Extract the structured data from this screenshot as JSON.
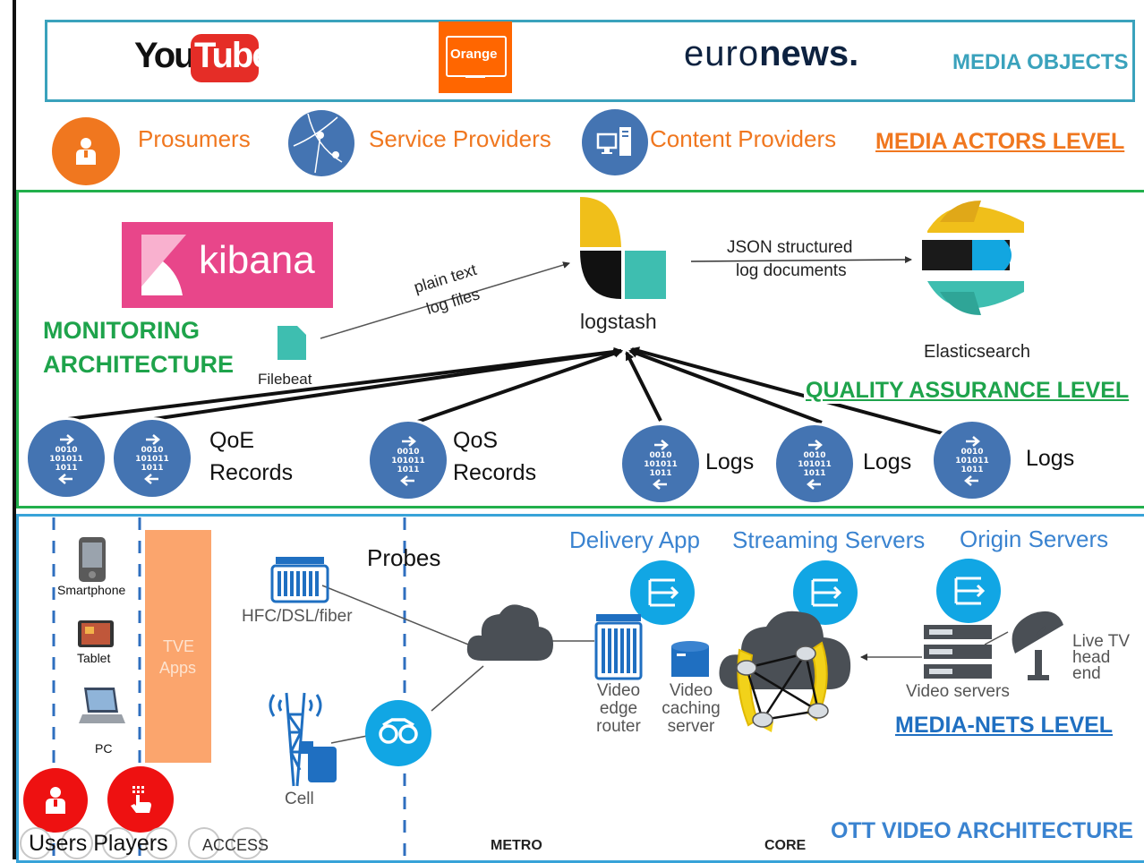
{
  "colors": {
    "media_frame": "#3aa2bc",
    "monitoring_frame": "#22b04c",
    "nets_frame": "#38a3d8",
    "orange": "#f0771f",
    "actor_blue": "#4474b2",
    "probe_blue": "#11a6e4",
    "red": "#ee1111",
    "green_title": "#1ea34b",
    "blue_title": "#1f6fc1"
  },
  "media_objects": {
    "youtube_you": "You",
    "youtube_tube": "Tube",
    "orange_logo": "Orange",
    "euronews_light": "euro",
    "euronews_bold": "news.",
    "title": "MEDIA OBJECTS"
  },
  "media_actors": {
    "prosumers": "Prosumers",
    "service_providers": "Service Providers",
    "content_providers": "Content Providers",
    "title": "MEDIA ACTORS LEVEL"
  },
  "monitoring": {
    "kibana": "kibana",
    "title_line1": "MONITORING",
    "title_line2": "ARCHITECTURE",
    "filebeat": "Filebeat",
    "plain_text_line1": "plain text",
    "plain_text_line2": "log files",
    "logstash": "logstash",
    "json_line1": "JSON structured",
    "json_line2": "log documents",
    "elasticsearch": "Elasticsearch",
    "qa_title": "QUALITY ASSURANCE LEVEL",
    "binary_text": "0010 101011 1011",
    "records": [
      {
        "line1": "QoE",
        "line2": "Records"
      },
      {
        "line1": "QoS",
        "line2": "Records"
      },
      {
        "line1": "Logs",
        "line2": ""
      },
      {
        "line1": "Logs",
        "line2": ""
      },
      {
        "line1": "Logs",
        "line2": ""
      }
    ]
  },
  "nets": {
    "devices": {
      "smartphone": "Smartphone",
      "tablet": "Tablet",
      "pc": "PC"
    },
    "tve_line1": "TVE",
    "tve_line2": "Apps",
    "probes": "Probes",
    "hfc": "HFC/DSL/fiber",
    "cell": "Cell",
    "delivery_app": "Delivery App",
    "streaming_servers": "Streaming Servers",
    "origin_servers": "Origin Servers",
    "video_edge_router": [
      "Video",
      "edge",
      "router"
    ],
    "video_caching_server": [
      "Video",
      "caching",
      "server"
    ],
    "video_servers": "Video servers",
    "live_tv": [
      "Live TV",
      "head end"
    ],
    "title": "MEDIA-NETS LEVEL",
    "users_players": "Users Players",
    "access": "ACCESS",
    "metro": "METRO",
    "core": "CORE",
    "ott_title": "OTT VIDEO ARCHITECTURE"
  }
}
